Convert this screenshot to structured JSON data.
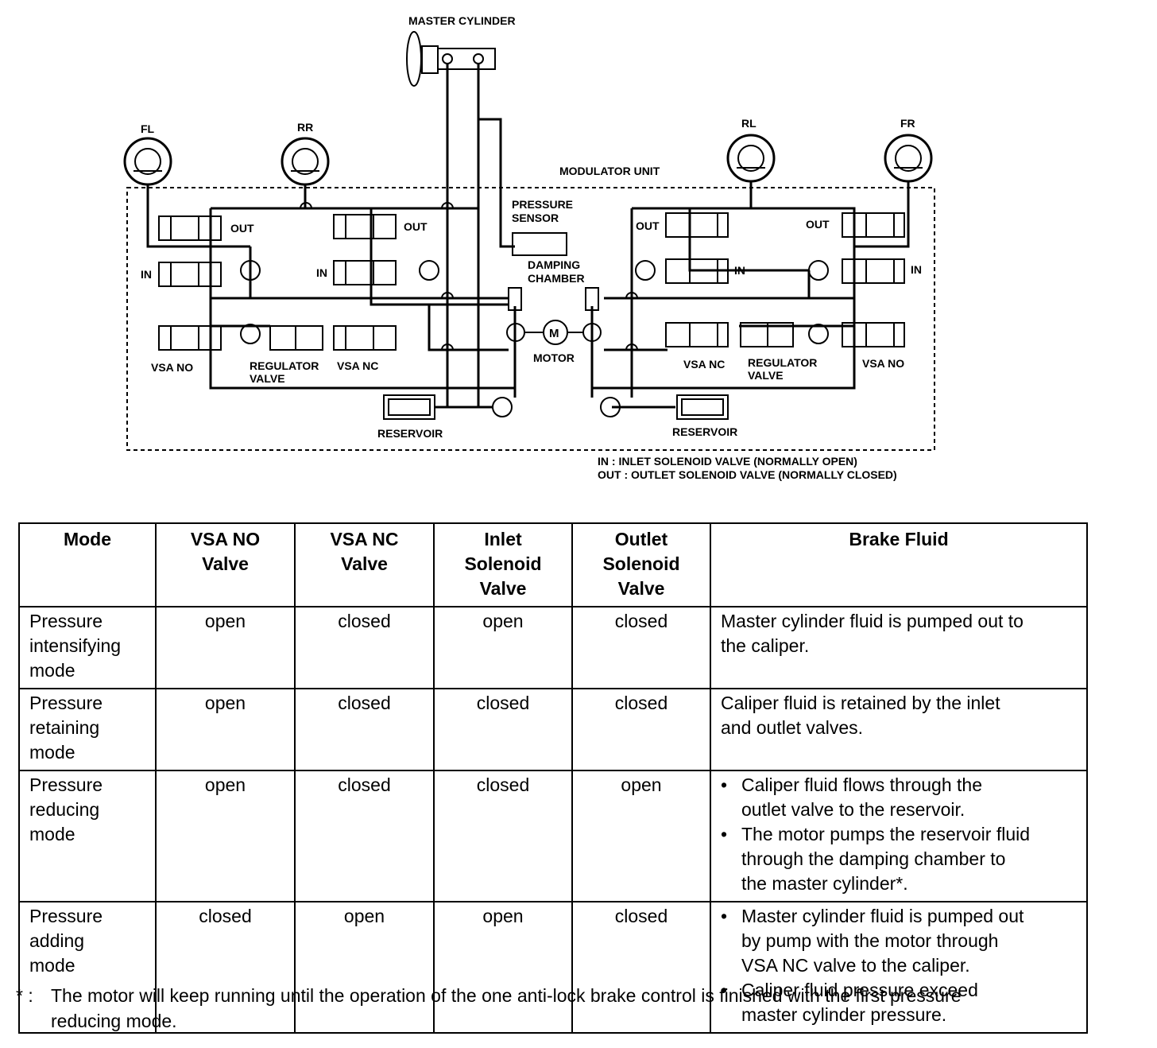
{
  "diagram": {
    "master_cylinder": "MASTER CYLINDER",
    "modulator_unit": "MODULATOR UNIT",
    "wheels": {
      "fl": "FL",
      "rr": "RR",
      "rl": "RL",
      "fr": "FR"
    },
    "pressure_sensor": [
      "PRESSURE",
      "SENSOR"
    ],
    "damping_chamber": [
      "DAMPING",
      "CHAMBER"
    ],
    "motor": "MOTOR",
    "motor_symbol": "M",
    "reservoir": "RESERVOIR",
    "out": "OUT",
    "in": "IN",
    "vsa_no": "VSA NO",
    "vsa_nc": "VSA NC",
    "regulator_valve": [
      "REGULATOR",
      "VALVE"
    ],
    "legend": [
      "IN : INLET SOLENOID VALVE (NORMALLY OPEN)",
      "OUT : OUTLET SOLENOID VALVE (NORMALLY CLOSED)"
    ]
  },
  "table": {
    "headers": {
      "mode": "Mode",
      "vsa_no": [
        "VSA NO",
        "Valve"
      ],
      "vsa_nc": [
        "VSA NC",
        "Valve"
      ],
      "inlet": [
        "Inlet",
        "Solenoid",
        "Valve"
      ],
      "outlet": [
        "Outlet",
        "Solenoid",
        "Valve"
      ],
      "fluid": "Brake Fluid"
    },
    "rows": [
      {
        "mode": [
          "Pressure",
          "intensifying",
          "mode"
        ],
        "vsa_no": "open",
        "vsa_nc": "closed",
        "inlet": "open",
        "outlet": "closed",
        "fluid": [
          "Master cylinder fluid is pumped out to",
          "the caliper."
        ]
      },
      {
        "mode": [
          "Pressure",
          "retaining",
          "mode"
        ],
        "vsa_no": "open",
        "vsa_nc": "closed",
        "inlet": "closed",
        "outlet": "closed",
        "fluid": [
          "Caliper fluid is retained by the inlet",
          "and outlet valves."
        ]
      },
      {
        "mode": [
          "Pressure",
          "reducing",
          "mode"
        ],
        "vsa_no": "open",
        "vsa_nc": "closed",
        "inlet": "closed",
        "outlet": "open",
        "bullet": "•",
        "fluid_items": [
          [
            "Caliper fluid flows through the",
            "outlet valve to the reservoir."
          ],
          [
            "The motor pumps the reservoir fluid",
            "through the damping chamber to",
            "the master cylinder*."
          ]
        ]
      },
      {
        "mode": [
          "Pressure",
          "adding",
          "mode"
        ],
        "vsa_no": "closed",
        "vsa_nc": "open",
        "inlet": "open",
        "outlet": "closed",
        "bullet": "•",
        "fluid_items": [
          [
            "Master cylinder fluid is pumped out",
            "by pump with the motor through",
            "VSA NC valve to the caliper."
          ],
          [
            "Caliper fluid pressure exceed",
            "master cylinder pressure."
          ]
        ]
      }
    ]
  },
  "footnote": {
    "mark": "* :",
    "text": [
      "The motor will keep running until the operation of the one anti-lock brake control is finished with the first pressure",
      "reducing mode."
    ]
  },
  "colors": {
    "ink": "#000000",
    "paper": "#ffffff"
  }
}
